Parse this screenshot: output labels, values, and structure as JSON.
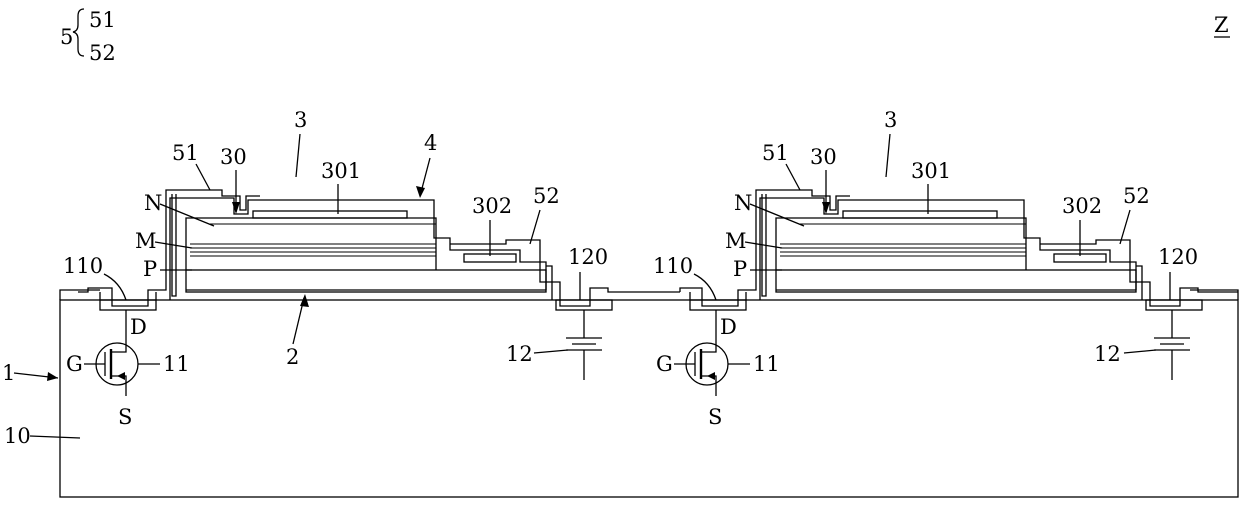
{
  "header": {
    "group_number": "5",
    "group_members": [
      "51",
      "52"
    ],
    "figure_id": "Z"
  },
  "cells": [
    {
      "labels": {
        "L3": "3",
        "L4": "4",
        "L51": "51",
        "L30": "30",
        "L301": "301",
        "L302": "302",
        "L52": "52",
        "LN": "N",
        "LM": "M",
        "LP": "P",
        "L110": "110",
        "L120": "120",
        "L2": "2",
        "LD": "D",
        "LG": "G",
        "L11": "11",
        "LS": "S",
        "L12": "12"
      }
    },
    {
      "labels": {
        "L3": "3",
        "L51": "51",
        "L30": "30",
        "L301": "301",
        "L302": "302",
        "L52": "52",
        "LN": "N",
        "LM": "M",
        "LP": "P",
        "L110": "110",
        "L120": "120",
        "LD": "D",
        "LG": "G",
        "L11": "11",
        "LS": "S",
        "L12": "12"
      }
    }
  ],
  "substrate": {
    "label_1": "1",
    "label_10": "10"
  }
}
